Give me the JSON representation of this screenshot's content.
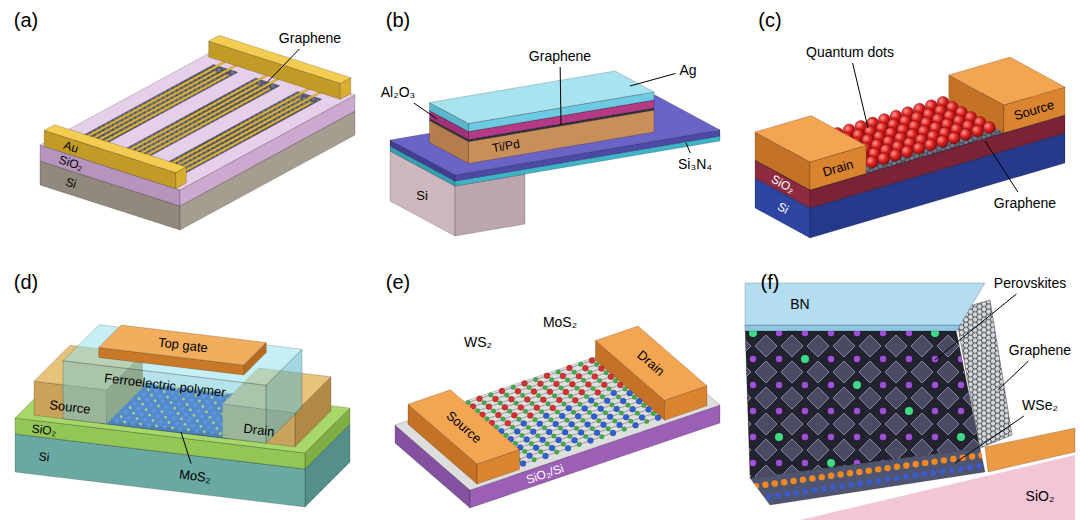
{
  "diagram": {
    "labels": [
      "(a)",
      "Graphene",
      "Au",
      "SiO₂",
      "Si",
      "(b)",
      "Graphene",
      "Ag",
      "Al₂O₃",
      "Ti/Pd",
      "Si₃N₄",
      "Si",
      "(c)",
      "Quantum dots",
      "Source",
      "Drain",
      "Graphene",
      "SiO₂",
      "Si",
      "(d)",
      "Top gate",
      "Ferroelectric polymer",
      "Drain",
      "Source",
      "MoS₂",
      "SiO₂",
      "Si",
      "(e)",
      "MoS₂",
      "WS₂",
      "Source",
      "Drain",
      "SiO₂/Si",
      "(f)",
      "BN",
      "Perovskites",
      "Graphene",
      "WSe₂",
      "SiO₂"
    ]
  }
}
